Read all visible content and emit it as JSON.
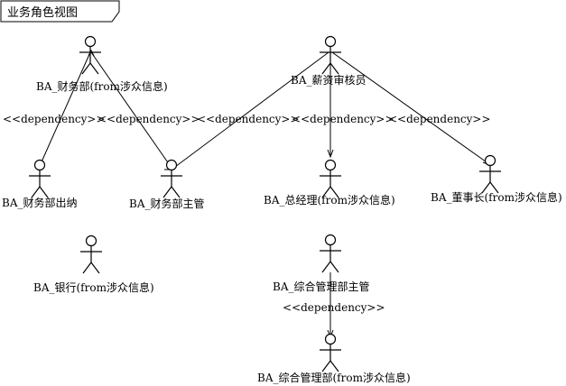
{
  "title": "业务角色视图",
  "actors": {
    "finance_dept": "BA_财务部(from涉众信息)",
    "salary_reviewer": "BA_薪资审核员",
    "finance_cashier": "BA_财务部出纳",
    "finance_supervisor": "BA_财务部主管",
    "general_manager": "BA_总经理(from涉众信息)",
    "chairman": "BA_董事长(from涉众信息)",
    "bank": "BA_银行(from涉众信息)",
    "admin_supervisor": "BA_综合管理部主管",
    "admin_dept": "BA_综合管理部(from涉众信息)"
  },
  "dependencies": {
    "d1": "<<dependency>>",
    "d2": "<<dependency>>",
    "d3": "<<dependency>>",
    "d4": "<<dependency>>",
    "d5": "<<dependency>>",
    "d6": "<<dependency>>"
  }
}
